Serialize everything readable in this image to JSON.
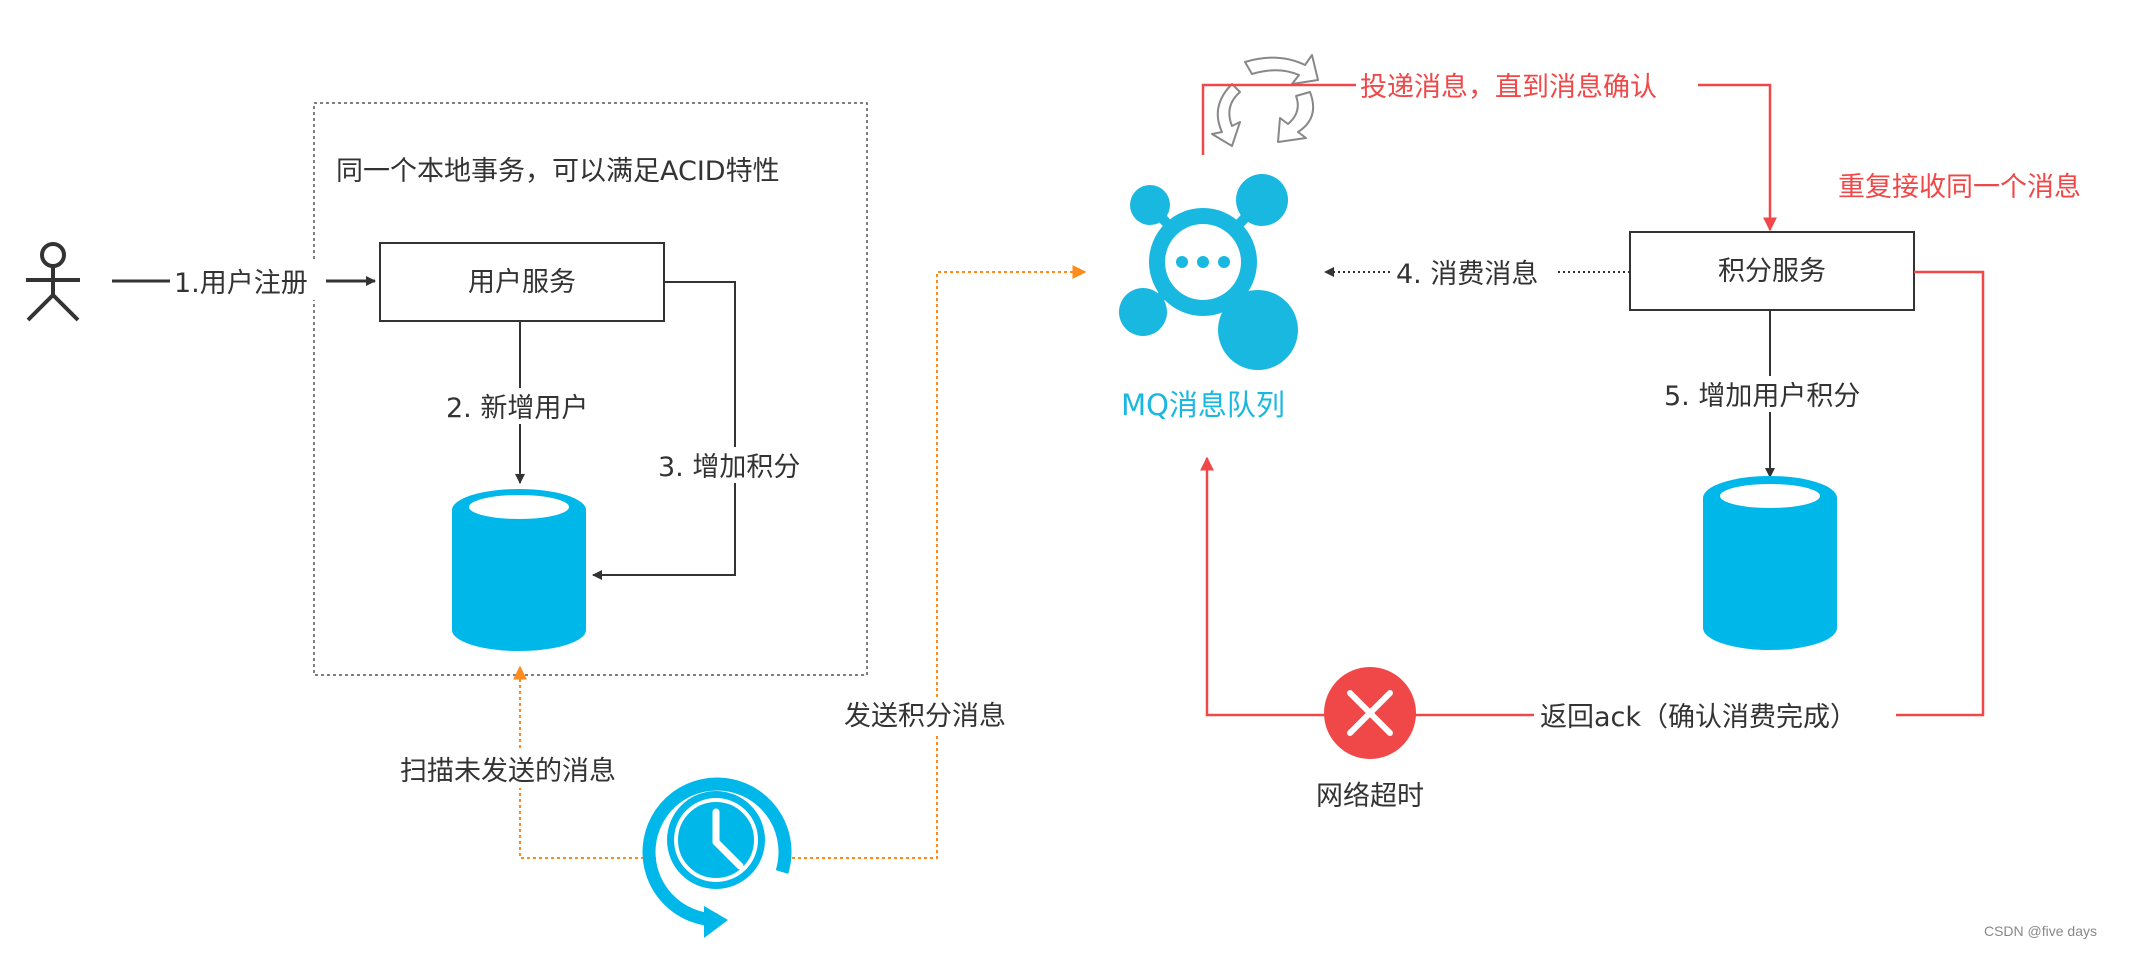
{
  "diagram": {
    "boundary_note": "同一个本地事务，可以满足ACID特性",
    "user_service": "用户服务",
    "points_service": "积分服务",
    "mq_label": "MQ消息队列",
    "edge_register": "1.用户注册",
    "edge_new_user": "2. 新增用户",
    "edge_add_points": "3. 增加积分",
    "edge_consume": "4. 消费消息",
    "edge_add_user_points": "5. 增加用户积分",
    "edge_deliver": "投递消息，直到消息确认",
    "duplicate_note": "重复接收同一个消息",
    "edge_return_ack": "返回ack（确认消费完成）",
    "network_timeout": "网络超时",
    "send_points_msg": "发送积分消息",
    "scan_unsent": "扫描未发送的消息"
  },
  "icons": {
    "actor": "person-icon",
    "db_left": "database-cylinder-icon",
    "db_right": "database-cylinder-icon",
    "mq": "message-queue-hub-icon",
    "retry": "refresh-cycle-icon",
    "error": "error-x-icon",
    "timer": "scheduled-clock-icon"
  },
  "colors": {
    "primary_blue": "#00b7ea",
    "mq_blue": "#19b8e0",
    "red": "#f04848",
    "orange": "#ff8c1a",
    "dark": "#333333"
  },
  "watermark": "CSDN @five days"
}
